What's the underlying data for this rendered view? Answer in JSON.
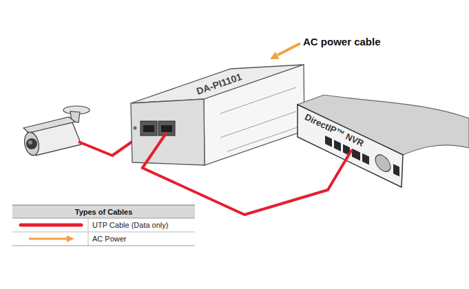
{
  "diagram": {
    "nodes": [
      {
        "text": [
          "DA-PI1101"
        ]
      },
      {
        "text": [
          "DirectIP™ NVR"
        ]
      }
    ],
    "edges": [
      {
        "from": 0,
        "to": 1,
        "arrow": "none"
      }
    ],
    "labels": [
      "AC power cable",
      "Types of Cables"
    ],
    "legend": [
      {
        "text": "UTP Cable (Data only)"
      },
      {
        "text": "AC Power"
      }
    ]
  }
}
